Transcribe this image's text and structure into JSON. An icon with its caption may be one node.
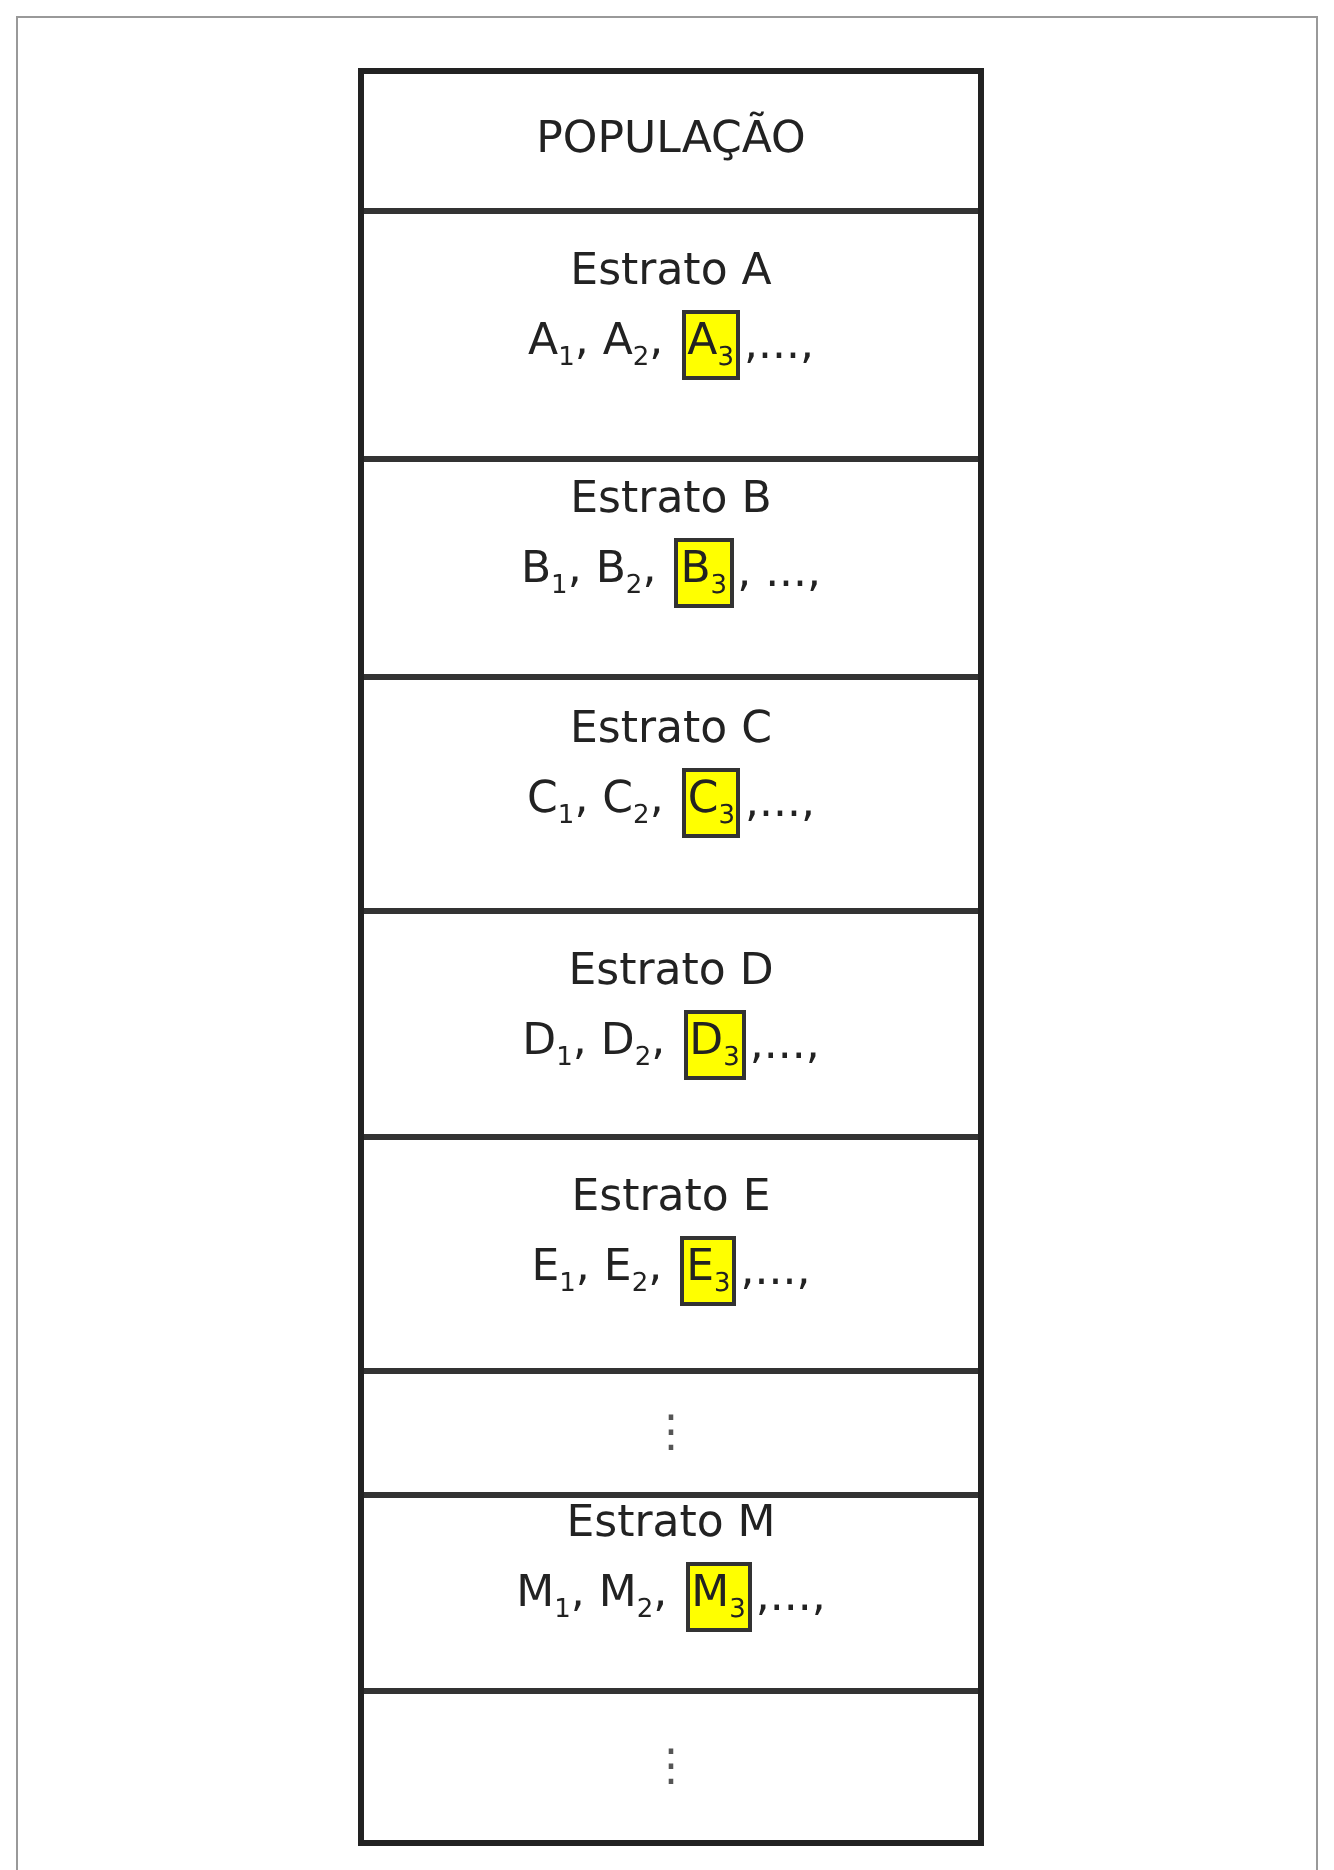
{
  "diagram": {
    "nodes": [
      {
        "text": [
          "POPULAÇÃO"
        ]
      },
      {
        "text": [
          "Estrato A",
          "A$_{1}$, A$_{2}$,",
          ",...,"
        ]
      },
      {
        "text": [
          "A$_{3}$"
        ],
        "in": 1
      },
      {
        "text": [
          "Estrato B",
          "B$_{1}$, B$_{2}$,",
          ", ...,"
        ]
      },
      {
        "text": [
          "B$_{3}$"
        ],
        "in": 3
      },
      {
        "text": [
          "Estrato C",
          "C$_{1}$, C$_{2}$,",
          ",...,"
        ]
      },
      {
        "text": [
          "C$_{3}$"
        ],
        "in": 5
      },
      {
        "text": [
          "Estrato D",
          "D$_{1}$, D$_{2}$,",
          ",...,"
        ]
      },
      {
        "text": [
          "D$_{3}$"
        ],
        "in": 7
      },
      {
        "text": [
          "Estrato E",
          "E$_{1}$, E$_{2}$,",
          ",...,"
        ]
      },
      {
        "text": [
          "E$_{3}$"
        ],
        "in": 9
      },
      {
        "text": [
          "⋮"
        ]
      },
      {
        "text": [
          "Estrato M",
          "M$_{1}$, M$_{2}$,",
          ",...,"
        ]
      },
      {
        "text": [
          "M$_{3}$"
        ],
        "in": 12
      },
      {
        "text": [
          "⋮"
        ]
      }
    ],
    "edges": []
  }
}
